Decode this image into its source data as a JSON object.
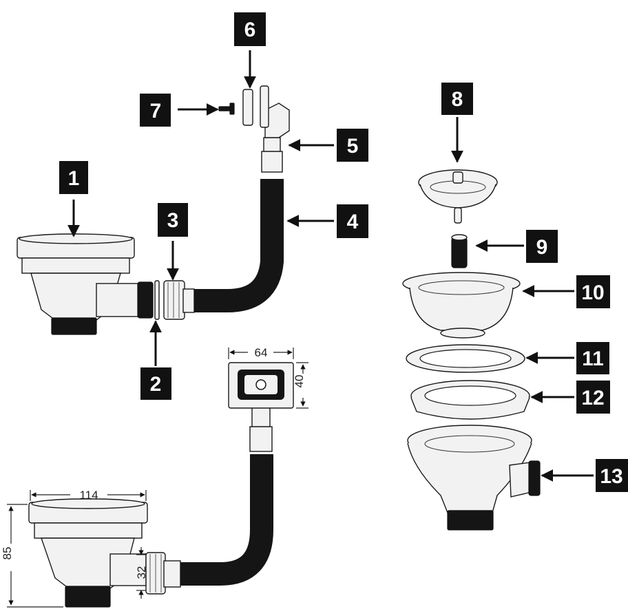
{
  "callouts": [
    "1",
    "2",
    "3",
    "4",
    "5",
    "6",
    "7",
    "8",
    "9",
    "10",
    "11",
    "12",
    "13"
  ],
  "dimensions": {
    "width_top": "114",
    "height_body": "85",
    "outlet": "32",
    "overflow_width": "64",
    "overflow_height": "40"
  },
  "colors": {
    "callout_bg": "#111111",
    "callout_text": "#ffffff",
    "hose": "#151515"
  }
}
